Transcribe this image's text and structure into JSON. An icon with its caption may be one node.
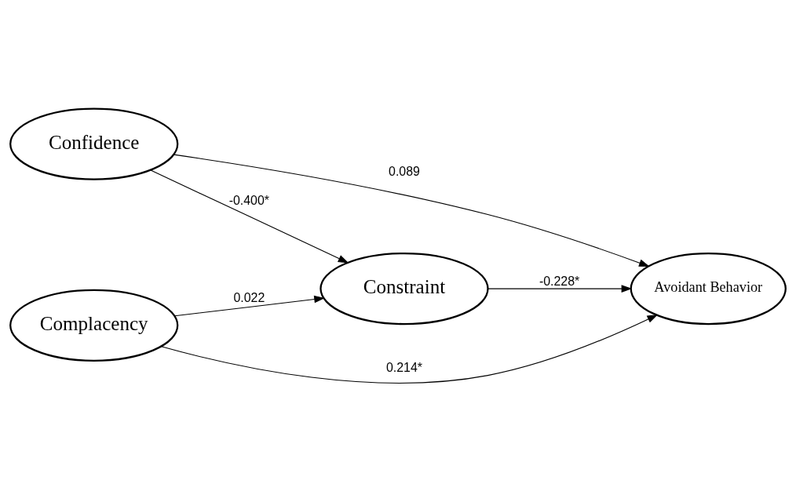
{
  "diagram": {
    "nodes": [
      {
        "text": [
          "Confidence"
        ]
      },
      {
        "text": [
          "Constraint"
        ]
      },
      {
        "text": [
          "Avoidant Behavior"
        ]
      },
      {
        "text": [
          "Complacency"
        ]
      }
    ],
    "edges": [
      {
        "from": 0,
        "to": 2,
        "arrow": "to",
        "label": "0.089"
      },
      {
        "from": 0,
        "to": 1,
        "arrow": "to",
        "label": "-0.400*"
      },
      {
        "from": 1,
        "to": 2,
        "arrow": "to",
        "label": "-0.228*"
      },
      {
        "from": 3,
        "to": 1,
        "arrow": "to",
        "label": "0.022"
      },
      {
        "from": 3,
        "to": 2,
        "arrow": "to",
        "label": "0.214*"
      }
    ]
  }
}
